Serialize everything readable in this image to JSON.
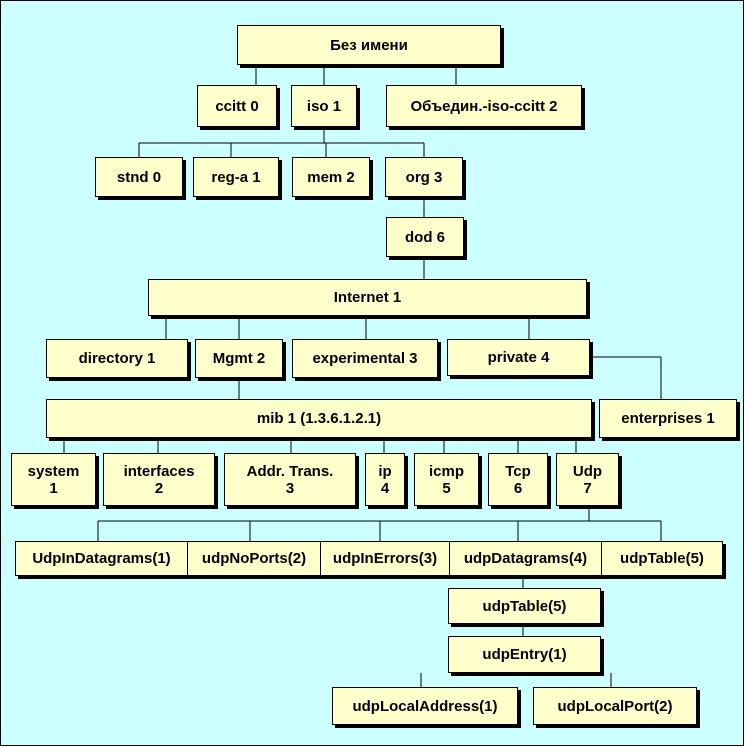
{
  "diagram": {
    "title": "MIB tree",
    "root": "Без имени",
    "level1": [
      "ccitt 0",
      "iso 1",
      "Объедин.-iso-ccitt 2"
    ],
    "iso_children": [
      "stnd 0",
      "reg-a 1",
      "mem 2",
      "org 3"
    ],
    "dod": "dod 6",
    "internet": "Internet 1",
    "internet_children": [
      "directory 1",
      "Mgmt 2",
      "experimental 3",
      "private 4"
    ],
    "enterprises": "enterprises 1",
    "mib": "mib 1 (1.3.6.1.2.1)",
    "mib_groups": [
      "system\n1",
      "interfaces\n2",
      "Addr. Trans.\n3",
      "ip\n4",
      "icmp\n5",
      "Tcp\n6",
      "Udp\n7"
    ],
    "udp_objects": [
      "UdpInDatagrams(1)",
      "udpNoPorts(2)",
      "udpInErrors(3)",
      "udpDatagrams(4)",
      "udpTable(5)"
    ],
    "udp_table": "udpTable(5)",
    "udp_entry": "udpEntry(1)",
    "udp_entry_children": [
      "udpLocalAddress(1)",
      "udpLocalPort(2)"
    ]
  }
}
